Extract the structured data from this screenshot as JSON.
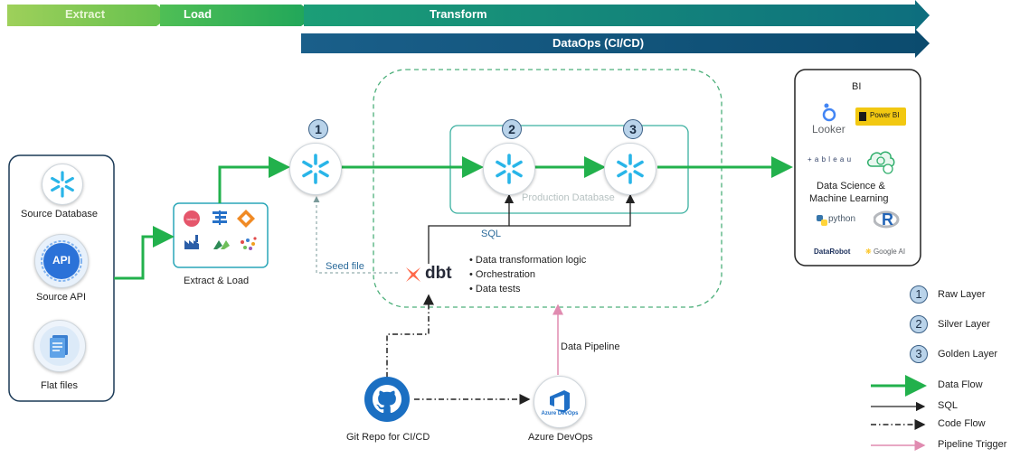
{
  "phases": {
    "extract": "Extract",
    "load": "Load",
    "transform": "Transform",
    "dataops": "DataOps  (CI/CD)"
  },
  "sources": {
    "database": "Source Database",
    "api": "Source API",
    "api_badge": "API",
    "files": "Flat files"
  },
  "extract_load": {
    "label": "Extract & Load"
  },
  "layers": {
    "raw_num": "1",
    "silver_num": "2",
    "gold_num": "3"
  },
  "production_db": "Production Database",
  "sql_label": "SQL",
  "seed_label": "Seed file",
  "dbt": {
    "name": "dbt",
    "bullets": [
      "Data transformation logic",
      "Orchestration",
      "Data tests"
    ]
  },
  "pipeline_label": "Data Pipeline",
  "git_label": "Git Repo for CI/CD",
  "azure_label": "Azure DevOps",
  "azure_logo_text": "Azure DevOps",
  "bi": {
    "title": "BI",
    "looker": "Looker",
    "powerbi": "Power BI",
    "tableau": "+ a b l e a u",
    "ds_title": "Data Science &",
    "ds_title2": "Machine Learning",
    "python": "python",
    "r": "R",
    "datarobot": "DataRobot",
    "googleai": "Google AI"
  },
  "legend": {
    "raw": {
      "num": "1",
      "label": "Raw Layer"
    },
    "silver": {
      "num": "2",
      "label": "Silver Layer"
    },
    "gold": {
      "num": "3",
      "label": "Golden Layer"
    },
    "data_flow": "Data Flow",
    "sql": "SQL",
    "code_flow": "Code Flow",
    "pipeline_trigger": "Pipeline Trigger"
  },
  "colors": {
    "green": "#22b14c",
    "teal": "#0f7a7a",
    "navy": "#0e4c72",
    "pink": "#e08bb0",
    "snowflake": "#29b5e8"
  }
}
